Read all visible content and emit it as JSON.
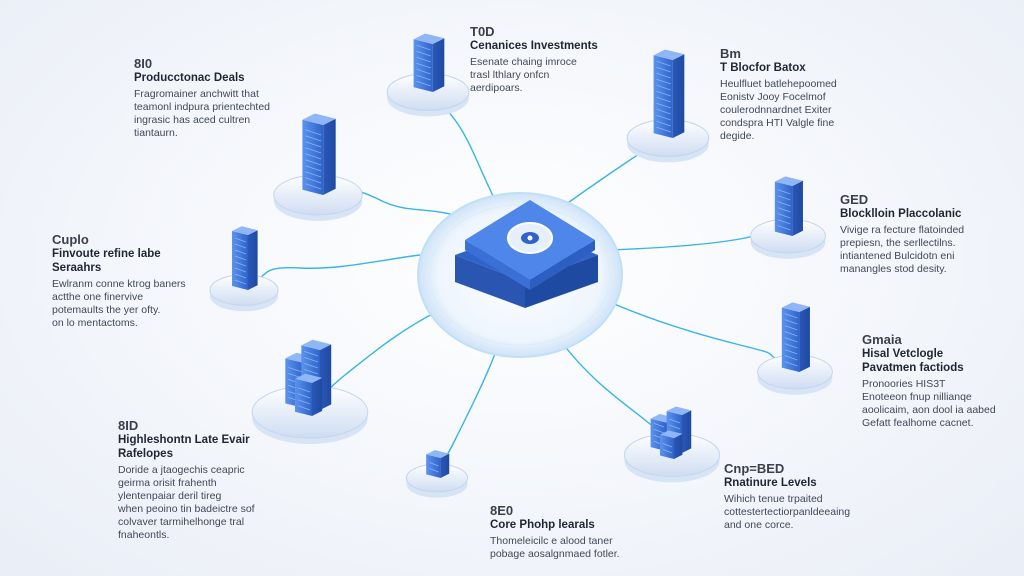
{
  "colors": {
    "accent": "#3f7be8",
    "line": "#36b6e6",
    "tower_dark": "#2f63c9",
    "tower_light": "#6ea0f1",
    "base": "#dfe9f7"
  },
  "hub": {
    "icon": "gear-lock-icon"
  },
  "nodes": [
    {
      "id": "top-left",
      "code": "8I0",
      "title": "Producctonac Deals",
      "desc": [
        "Fragromainer anchwitt that",
        "teamonl indpura prientechted",
        "ingrasic has aced cultren",
        "tiantaurn."
      ]
    },
    {
      "id": "top-center",
      "code": "T0D",
      "title": "Cenanices Investments",
      "desc": [
        "Esenate chaing imroce",
        "trasl lthlary onfcn",
        "aerdipoars."
      ]
    },
    {
      "id": "top-right",
      "code": "Bm",
      "title": "T Blocfor Batox",
      "desc": [
        "Heulfluet batlehepoomed",
        "Eonistv Jooy Focelmof",
        "coulerodnnardnet Exiter",
        "condspra HTI Valgle fine",
        "degide."
      ]
    },
    {
      "id": "left",
      "code": "Cuplo",
      "title": "Finvoute refine labe",
      "title2": "Seraahrs",
      "desc": [
        "Ewlranm conne ktrog baners",
        "actthe one finervive",
        "potemaults the yer ofty.",
        "on lo mentactoms."
      ]
    },
    {
      "id": "right",
      "code": "GED",
      "title": "Blocklloin Placcolanic",
      "desc": [
        "Vivige ra fecture flatoinded",
        "prepiesn, the serllectilns.",
        "intiantened Bulcidotn eni",
        "manangles stod desity."
      ]
    },
    {
      "id": "bottom-left",
      "code": "8ID",
      "title": "Highleshontn Late Evair",
      "title2": "Rafelopes",
      "desc": [
        "Doride a jtaogechis ceapric",
        "geirma orisit frahenth",
        "ylentenpaiar deril tireg",
        "when peoino tin badeictre sof",
        "colvaver tarmihelhonge tral",
        "fnaheontls."
      ]
    },
    {
      "id": "bottom-center",
      "code": "8E0",
      "title": "Core Phohp learals",
      "desc": [
        "Thomeleicilc e alood taner",
        "pobage aosalgnmaed fotler."
      ]
    },
    {
      "id": "bottom-right",
      "code": "Cnp=BED",
      "title": "Rnatinure Levels",
      "desc": [
        "Wihich tenue trpaited",
        "cottestertectiorpanldeeaing",
        "and one corce."
      ]
    },
    {
      "id": "far-right",
      "code": "Gmaia",
      "title": "Hisal Vetclogle",
      "title2": "Pavatmen factiods",
      "desc": [
        "Pronoories HIS3T",
        "Enoteeon fnup nillianqe",
        "aoolicaim, aon dool ia aabed",
        "Gefatt fealhome cacnet."
      ]
    }
  ]
}
